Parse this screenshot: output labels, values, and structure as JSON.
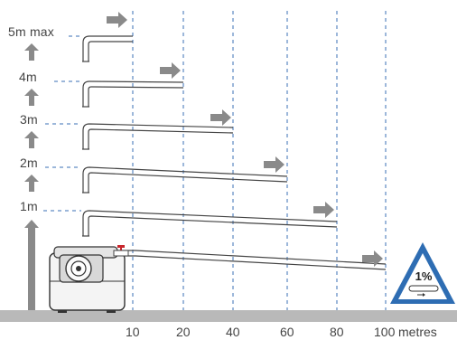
{
  "height_labels": [
    "5m max",
    "4m",
    "3m",
    "2m",
    "1m"
  ],
  "distance_ticks": [
    "10",
    "20",
    "40",
    "60",
    "80",
    "100"
  ],
  "distance_unit": "metres",
  "slope_sign": {
    "text": "1%"
  },
  "pipe_runs": [
    {
      "height": "5m max",
      "distance": "10"
    },
    {
      "height": "4m",
      "distance": "20"
    },
    {
      "height": "3m",
      "distance": "40"
    },
    {
      "height": "2m",
      "distance": "60"
    },
    {
      "height": "1m",
      "distance": "80"
    },
    {
      "height": "0m",
      "distance": "100"
    }
  ],
  "colors": {
    "guide_dash": "#3a6fb4",
    "arrow_gray": "#8a8a8a",
    "ground": "#b9b9b9",
    "sign_blue": "#2e6db3",
    "valve_red": "#c8262c",
    "pipe": "#444444"
  }
}
